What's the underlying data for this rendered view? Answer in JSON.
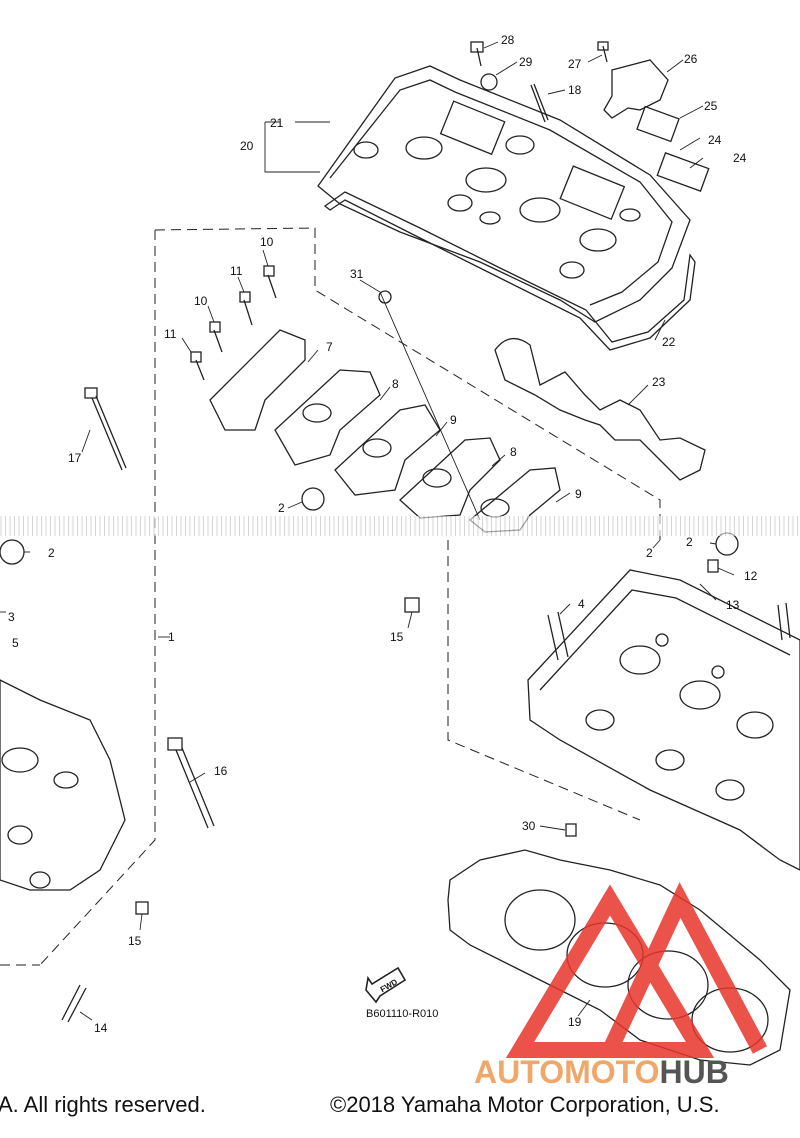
{
  "diagram": {
    "callouts": [
      {
        "id": "c28",
        "text": "28"
      },
      {
        "id": "c29",
        "text": "29"
      },
      {
        "id": "c27",
        "text": "27"
      },
      {
        "id": "c26",
        "text": "26"
      },
      {
        "id": "c18",
        "text": "18"
      },
      {
        "id": "c25",
        "text": "25"
      },
      {
        "id": "c21",
        "text": "21"
      },
      {
        "id": "c20",
        "text": "20"
      },
      {
        "id": "c24a",
        "text": "24"
      },
      {
        "id": "c24b",
        "text": "24"
      },
      {
        "id": "c10a",
        "text": "10"
      },
      {
        "id": "c11a",
        "text": "11"
      },
      {
        "id": "c31",
        "text": "31"
      },
      {
        "id": "c10b",
        "text": "10"
      },
      {
        "id": "c11b",
        "text": "11"
      },
      {
        "id": "c7",
        "text": "7"
      },
      {
        "id": "c22",
        "text": "22"
      },
      {
        "id": "c8a",
        "text": "8"
      },
      {
        "id": "c23",
        "text": "23"
      },
      {
        "id": "c17",
        "text": "17"
      },
      {
        "id": "c9a",
        "text": "9"
      },
      {
        "id": "c8b",
        "text": "8"
      },
      {
        "id": "c2a",
        "text": "2"
      },
      {
        "id": "c9b",
        "text": "9"
      },
      {
        "id": "c2b",
        "text": "2"
      },
      {
        "id": "c2c",
        "text": "2"
      },
      {
        "id": "c2d",
        "text": "2"
      },
      {
        "id": "c12",
        "text": "12"
      },
      {
        "id": "c3",
        "text": "3"
      },
      {
        "id": "c4",
        "text": "4"
      },
      {
        "id": "c13",
        "text": "13"
      },
      {
        "id": "c15a",
        "text": "15"
      },
      {
        "id": "c5",
        "text": "5"
      },
      {
        "id": "c1",
        "text": "1"
      },
      {
        "id": "c16",
        "text": "16"
      },
      {
        "id": "c30",
        "text": "30"
      },
      {
        "id": "c15b",
        "text": "15"
      },
      {
        "id": "c14",
        "text": "14"
      },
      {
        "id": "c19",
        "text": "19"
      }
    ],
    "fwd_label": "FWD",
    "ref_code": "B601110-R010"
  },
  "footer": {
    "copyright_left": "A. All rights reserved.",
    "copyright_right": "©2018 Yamaha Motor Corporation, U.S."
  },
  "watermark": {
    "part1": "AUTO",
    "part2": "MOTO",
    "part3": "HUB",
    "logo_color": "#e8352b",
    "text_color": "#f0a86a"
  }
}
